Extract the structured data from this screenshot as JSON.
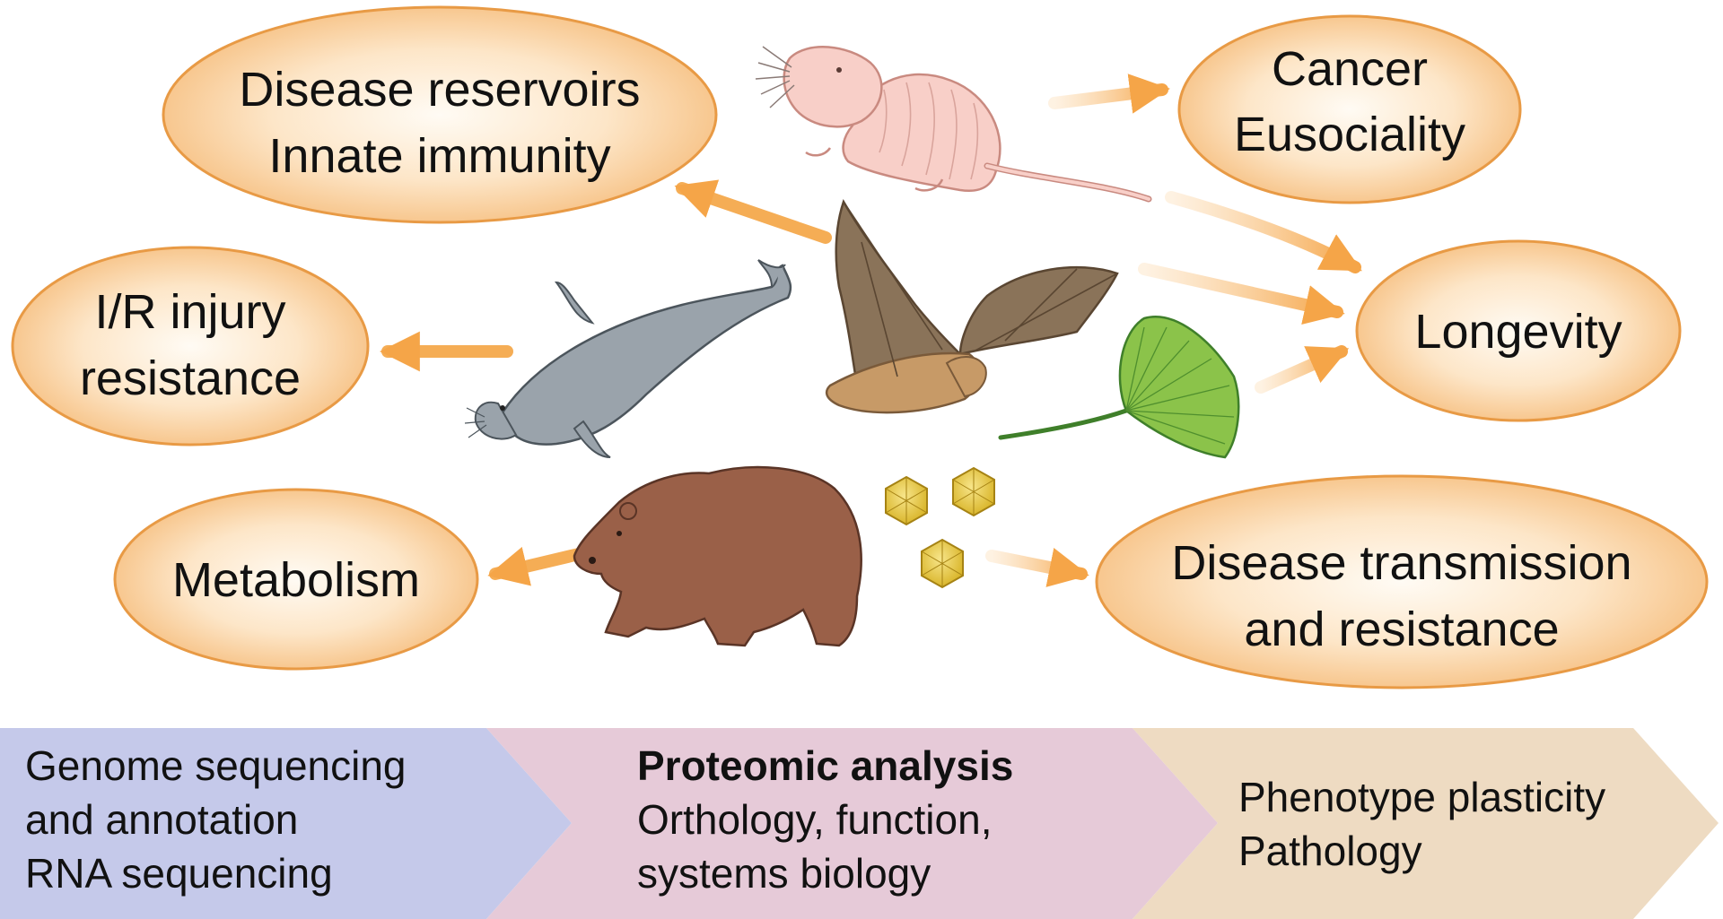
{
  "ovals": {
    "disease_reservoirs": {
      "line1": "Disease reservoirs",
      "line2": "Innate immunity"
    },
    "cancer": {
      "line1": "Cancer",
      "line2": "Eusociality"
    },
    "ir_injury": {
      "line1": "I/R injury",
      "line2": "resistance"
    },
    "longevity": {
      "line1": "Longevity"
    },
    "metabolism": {
      "line1": "Metabolism"
    },
    "disease_transmission": {
      "line1": "Disease transmission",
      "line2": "and resistance"
    }
  },
  "workflow": {
    "step1": {
      "line1": "Genome sequencing",
      "line2": "and annotation",
      "line3": "RNA sequencing"
    },
    "step2": {
      "title": "Proteomic analysis",
      "line1": "Orthology, function,",
      "line2": "systems biology"
    },
    "step3": {
      "line1": "Phenotype plasticity",
      "line2": "Pathology"
    }
  },
  "organisms": [
    "naked-mole-rat",
    "bat",
    "seal",
    "ginkgo",
    "bear",
    "virus"
  ],
  "colors": {
    "oval_fill_center": "#fffaf2",
    "oval_fill_edge": "#f7c58a",
    "oval_stroke": "#e89a45",
    "arrow": "#f5ad55",
    "band_step1": "#c5c9ea",
    "band_step2": "#e6cad8",
    "band_step3": "#eedbc2"
  }
}
